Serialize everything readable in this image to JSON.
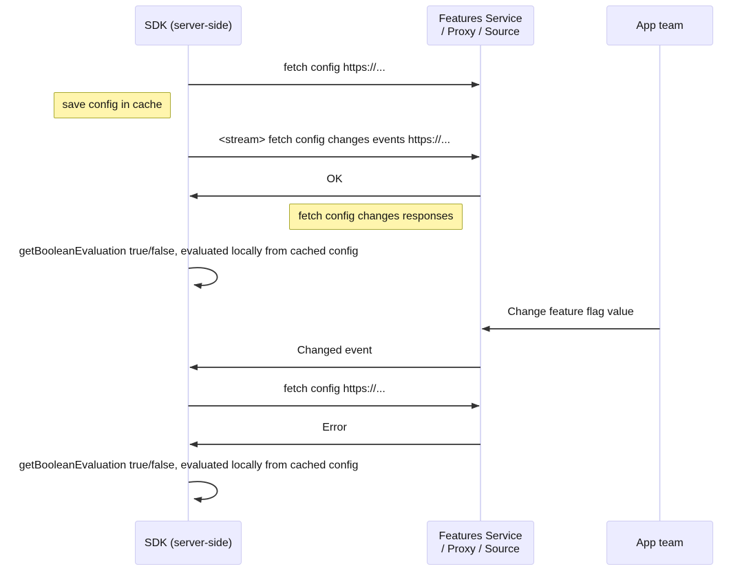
{
  "diagram": {
    "type": "sequence-diagram",
    "participants": {
      "sdk": {
        "label": "SDK (server-side)"
      },
      "features": {
        "label": "Features Service / Proxy / Source",
        "lines": [
          "Features Service",
          "/ Proxy / Source"
        ]
      },
      "app": {
        "label": "App team"
      }
    },
    "messages": [
      {
        "label": "fetch config https://...",
        "from": "sdk",
        "to": "features"
      },
      {
        "label": "<stream> fetch config changes events https://...",
        "from": "sdk",
        "to": "features"
      },
      {
        "label": "OK",
        "from": "features",
        "to": "sdk"
      },
      {
        "label": "getBooleanEvaluation true/false, evaluated locally from cached config",
        "from": "sdk",
        "to": "sdk",
        "self": true
      },
      {
        "label": "Change feature flag value",
        "from": "app",
        "to": "features"
      },
      {
        "label": "Changed event",
        "from": "features",
        "to": "sdk"
      },
      {
        "label": "fetch config https://...",
        "from": "sdk",
        "to": "features"
      },
      {
        "label": "Error",
        "from": "features",
        "to": "sdk"
      },
      {
        "label": "getBooleanEvaluation true/false, evaluated locally from cached config",
        "from": "sdk",
        "to": "sdk",
        "self": true
      }
    ],
    "notes": [
      {
        "label": "save config in cache",
        "position": "left of sdk"
      },
      {
        "label": "fetch config changes responses",
        "position": "left of features"
      }
    ],
    "colors": {
      "participant_fill": "#ECECFF",
      "participant_border": "#CFCCF2",
      "note_fill": "#FFF5AD",
      "note_border": "#AAAA33",
      "lifeline": "#CCCCF2",
      "arrow": "#333333",
      "text": "#111111"
    }
  }
}
